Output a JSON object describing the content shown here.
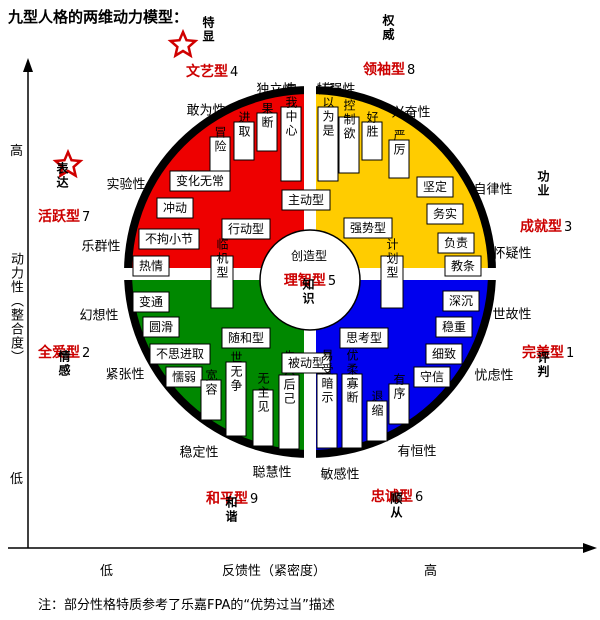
{
  "title": "九型人格的两维动力模型：",
  "note": "注：部分性格特质参考了乐嘉FPA的“优势过当”描述",
  "axes": {
    "y_label": "动力性（整合度）",
    "y_high": "高",
    "y_low": "低",
    "x_label": "反馈性（紧密度）",
    "x_low": "低",
    "x_high": "高"
  },
  "colors": {
    "red": "#ee0000",
    "yellow": "#ffcc00",
    "green": "#008800",
    "blue": "#0000ee",
    "accent": "#cc0000"
  },
  "types": {
    "t4": {
      "name": "文艺型",
      "num": "4",
      "desc": "特显"
    },
    "t8": {
      "name": "领袖型",
      "num": "8",
      "desc": "权威"
    },
    "t7": {
      "name": "活跃型",
      "num": "7",
      "desc": "表达"
    },
    "t3": {
      "name": "成就型",
      "num": "3",
      "desc": "功业"
    },
    "t5": {
      "name": "理智型",
      "num": "5",
      "desc": "知识"
    },
    "t2": {
      "name": "全爱型",
      "num": "2",
      "desc": "情感"
    },
    "t1": {
      "name": "完美型",
      "num": "1",
      "desc": "评判"
    },
    "t9": {
      "name": "和平型",
      "num": "9",
      "desc": "和谐"
    },
    "t6": {
      "name": "忠诚型",
      "num": "6",
      "desc": "顺从"
    }
  },
  "outer_traits": {
    "duli": "独立性",
    "teqiang": "特强性",
    "ganwei": "敢为性",
    "xingfen": "兴奋性",
    "shiyan": "实验性",
    "zilu": "自律性",
    "lequn": "乐群性",
    "huaiyi": "怀疑性",
    "huanxiang": "幻想性",
    "shigu": "世故性",
    "jinzhang": "紧张性",
    "youlv": "忧虑性",
    "wending": "稳定性",
    "youheng": "有恒性",
    "conghui": "聪慧性",
    "mingan": "敏感性"
  },
  "red_words": {
    "guoduan": "果断",
    "jinqu": "进取",
    "maoxian": "冒险",
    "ziwozhongxin": "自我中心",
    "bianhua": "变化无常",
    "chongdong": "冲动",
    "xingdong": "行动型",
    "bujuxiaojie": "不拘小节",
    "reqing": "热情",
    "linji": "临机型"
  },
  "yellow_words": {
    "ziyiweishi": "自以为是",
    "kongzhiyu": "控制欲",
    "haosheng": "好胜",
    "yanli": "严厉",
    "jianding": "坚定",
    "wushi": "务实",
    "fuze": "负责",
    "jiaotiao": "教条",
    "qiangshi": "强势型",
    "jihua": "计划型",
    "zhudong": "主动型"
  },
  "green_words": {
    "biantong": "变通",
    "yuanhua": "圆滑",
    "busi": "不思进取",
    "nuoruo": "懦弱",
    "kuanrong": "宽容",
    "yushiwuzheng": "与世无争",
    "wuzhujian": "无主见",
    "xianrenhouji": "先人后己",
    "suihe": "随和型",
    "beidong": "被动型"
  },
  "blue_words": {
    "shenchen": "深沉",
    "wenzhong": "稳重",
    "xizhi": "细致",
    "shouxin": "守信",
    "youxu": "有序",
    "tuisuo": "退缩",
    "youroushuaduan": "优柔寡断",
    "yishouanshi": "易受暗示",
    "sikao": "思考型"
  },
  "center": {
    "chuangzao": "创造型"
  }
}
